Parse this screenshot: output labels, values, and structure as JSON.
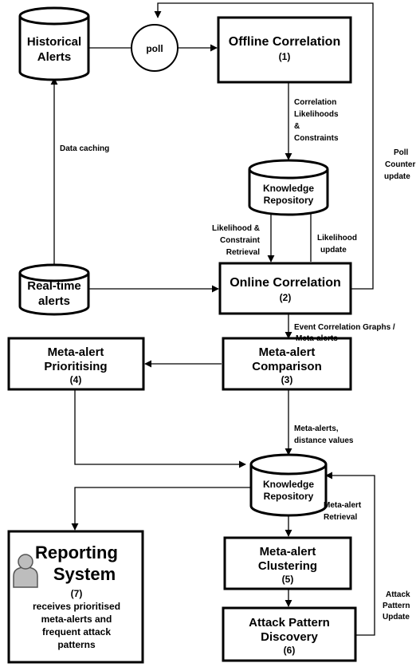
{
  "nodes": {
    "historical_alerts": [
      "Historical",
      "Alerts"
    ],
    "poll": "poll",
    "offline_correlation": {
      "title": "Offline Correlation",
      "num": "(1)"
    },
    "knowledge_repository_top": [
      "Knowledge",
      "Repository"
    ],
    "realtime_alerts": [
      "Real-time",
      "alerts"
    ],
    "online_correlation": {
      "title": "Online Correlation",
      "num": "(2)"
    },
    "meta_alert_prioritising": {
      "title": [
        "Meta-alert",
        "Prioritising"
      ],
      "num": "(4)"
    },
    "meta_alert_comparison": {
      "title": [
        "Meta-alert",
        "Comparison"
      ],
      "num": "(3)"
    },
    "knowledge_repository_bottom": [
      "Knowledge",
      "Repository"
    ],
    "reporting_system": {
      "title": [
        "Reporting",
        "System"
      ],
      "num": "(7)",
      "desc": [
        "receives prioritised",
        "meta-alerts and",
        "frequent attack",
        "patterns"
      ]
    },
    "meta_alert_clustering": {
      "title": [
        "Meta-alert",
        "Clustering"
      ],
      "num": "(5)"
    },
    "attack_pattern_discovery": {
      "title": [
        "Attack Pattern",
        "Discovery"
      ],
      "num": "(6)"
    }
  },
  "edge_labels": {
    "data_caching": "Data caching",
    "correlation_likelihoods": [
      "Correlation",
      "Likelihoods",
      "&",
      "Constraints"
    ],
    "poll_counter_update": [
      "Poll",
      "Counter",
      "update"
    ],
    "likelihood_constraint_retrieval": [
      "Likelihood &",
      "Constraint",
      "Retrieval"
    ],
    "likelihood_update": [
      "Likelihood",
      "update"
    ],
    "event_correlation_graphs": [
      "Event Correlation Graphs /",
      "Meta-alerts"
    ],
    "meta_alerts_distance": [
      "Meta-alerts,",
      "distance values"
    ],
    "meta_alert_retrieval": [
      "Meta-alert",
      "Retrieval"
    ],
    "attack_pattern_update": [
      "Attack",
      "Pattern",
      "Update"
    ]
  },
  "icons": {
    "reporting_user": "user-icon"
  }
}
